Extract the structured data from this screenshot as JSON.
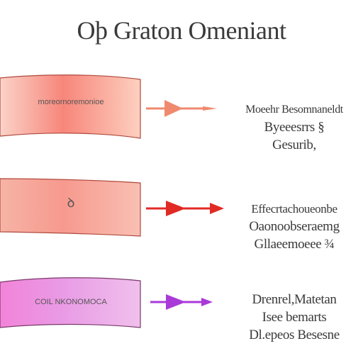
{
  "title": "Oþ Graton Omeniant",
  "rows": [
    {
      "band_label": "moreornoremonioe",
      "arrow_color": "#f08a6e",
      "band_colors": [
        "#fbd3c9",
        "#f7867a",
        "#fdd0c0"
      ],
      "note_lines": [
        "Moeehr Besomnaneldt",
        "Byeeesrrs  §",
        "Gesurib,"
      ]
    },
    {
      "band_label": "ꝺ",
      "arrow_color": "#e12a24",
      "band_colors": [
        "#f6b4a6",
        "#f7998e",
        "#f9c0b3"
      ],
      "note_lines": [
        "Effecrtachoueonbe",
        "Oaonoobseraemg",
        "Gllaeemoeee  ¾"
      ]
    },
    {
      "band_label": "COIL NKONOMOCA",
      "arrow_color": "#a93ad8",
      "band_colors": [
        "#f283d8",
        "#e99be5",
        "#f0c0ec"
      ],
      "note_lines": [
        "Drenrel,Matetan",
        "Isee bemarts",
        "Dl.epeos Besesne"
      ]
    }
  ]
}
